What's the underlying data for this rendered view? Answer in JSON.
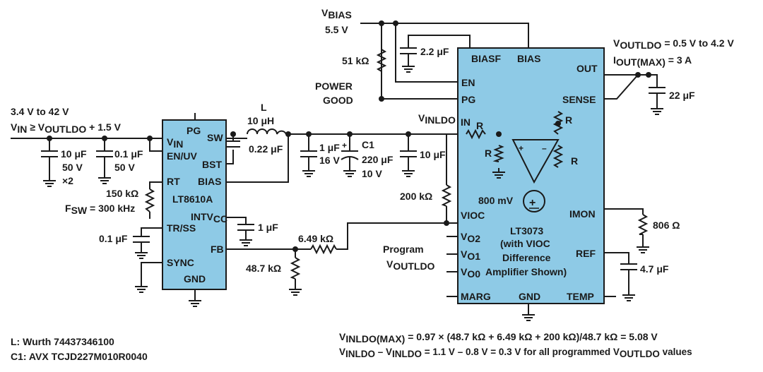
{
  "vbias": {
    "name": "V",
    "sub": "BIAS",
    "value": "5.5 V"
  },
  "power_good": {
    "line1": "POWER",
    "line2": "GOOD"
  },
  "vout_spec": {
    "v": "V",
    "v_sub": "OUTLDO",
    "v_rest": " = 0.5 V to 4.2 V",
    "i": "I",
    "i_sub": "OUT(MAX)",
    "i_rest": " = 3 A"
  },
  "vin_spec": {
    "range": "3.4 V to 42 V",
    "v": "V",
    "v_sub": "IN",
    "mid": " ≥ V",
    "sub2": "OUTLDO",
    "rest": " + 1.5 V"
  },
  "components": {
    "r_51k": "51 kΩ",
    "c_2_2u": "2.2 μF",
    "c_22u": "22 μF",
    "l_name": "L",
    "l_value": "10 μH",
    "c_022u": "0.22 μF",
    "c_1u_16v": [
      "1 μF",
      "16 V"
    ],
    "c1": [
      "C1",
      "220 μF",
      "10 V"
    ],
    "c_10u_ldo": "10 μF",
    "c_10u_in": [
      "10 μF",
      "50 V",
      "×2"
    ],
    "c_01u_in": [
      "0.1 μF",
      "50 V"
    ],
    "r_150k": "150 kΩ",
    "fsw": {
      "f": "F",
      "sub": "SW",
      "rest": " = 300 kHz"
    },
    "c_01u_ss": "0.1 μF",
    "c_1u_intvcc": "1 μF",
    "r_649k": "6.49 kΩ",
    "r_487k": "48.7 kΩ",
    "r_200k": "200 kΩ",
    "ref_800mv": "800 mV",
    "r_806": "806 Ω",
    "c_4_7u": "4.7 μF",
    "r_label": "R"
  },
  "lt8610a": {
    "name": "LT8610A",
    "pins": {
      "pg": "PG",
      "sw": "SW",
      "vin": "V",
      "vin_sub": "IN",
      "en_uv": "EN/UV",
      "bst": "BST",
      "rt": "RT",
      "bias": "BIAS",
      "intv": "INTV",
      "intv_sub": "CC",
      "tr_ss": "TR/SS",
      "fb": "FB",
      "sync": "SYNC",
      "gnd": "GND"
    }
  },
  "lt3073": {
    "name": "LT3073",
    "desc": [
      "(with VIOC",
      "Difference",
      "Amplifier Shown)"
    ],
    "pins": {
      "biasf": "BIASF",
      "bias": "BIAS",
      "en": "EN",
      "pg": "PG",
      "out": "OUT",
      "sense": "SENSE",
      "vinldo": "V",
      "vinldo_sub": "INLDO",
      "in": "IN",
      "vioc": "VIOC",
      "imon": "IMON",
      "v02": "V",
      "v02_sub": "O2",
      "v01": "V",
      "v01_sub": "O1",
      "v00": "V",
      "v00_sub": "O0",
      "ref": "REF",
      "marg": "MARG",
      "gnd": "GND",
      "temp": "TEMP"
    }
  },
  "program": {
    "line1": "Program",
    "v": "V",
    "sub": "OUTLDO"
  },
  "notes": {
    "l": "L: Wurth 74437346100",
    "c1": "C1: AVX TCJD227M010R0040"
  },
  "equations": {
    "eq1": {
      "v": "V",
      "sub": "INLDO(MAX)",
      "rest": " = 0.97 × (48.7 kΩ + 6.49 kΩ + 200 kΩ)/48.7 kΩ = 5.08 V"
    },
    "eq2": {
      "v": "V",
      "sub": "INLDO",
      "mid": " – V",
      "sub2": "INLDO",
      "rest": " = 1.1 V – 0.8 V = 0.3 V for all programmed V",
      "sub3": "OUTLDO",
      "tail": " values"
    }
  }
}
